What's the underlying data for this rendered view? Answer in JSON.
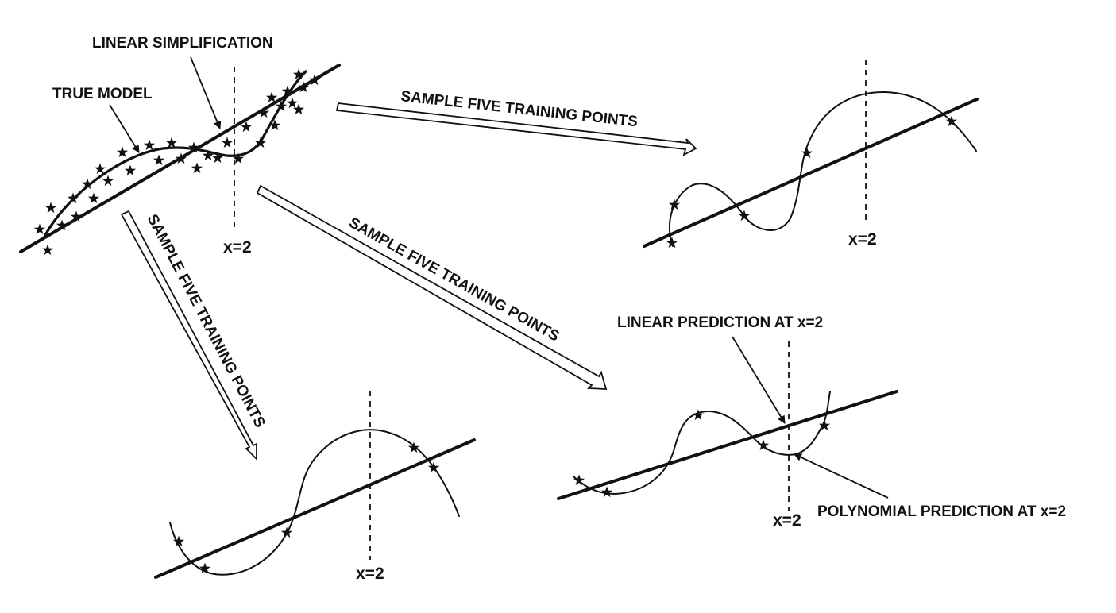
{
  "labels": {
    "linear_simplification": "LINEAR SIMPLIFICATION",
    "true_model": "TRUE MODEL",
    "x_marker": "x=2",
    "sample_arrow": "SAMPLE FIVE TRAINING POINTS",
    "linear_prediction": "LINEAR PREDICTION AT x=2",
    "polynomial_prediction": "POLYNOMIAL PREDICTION AT x=2"
  }
}
